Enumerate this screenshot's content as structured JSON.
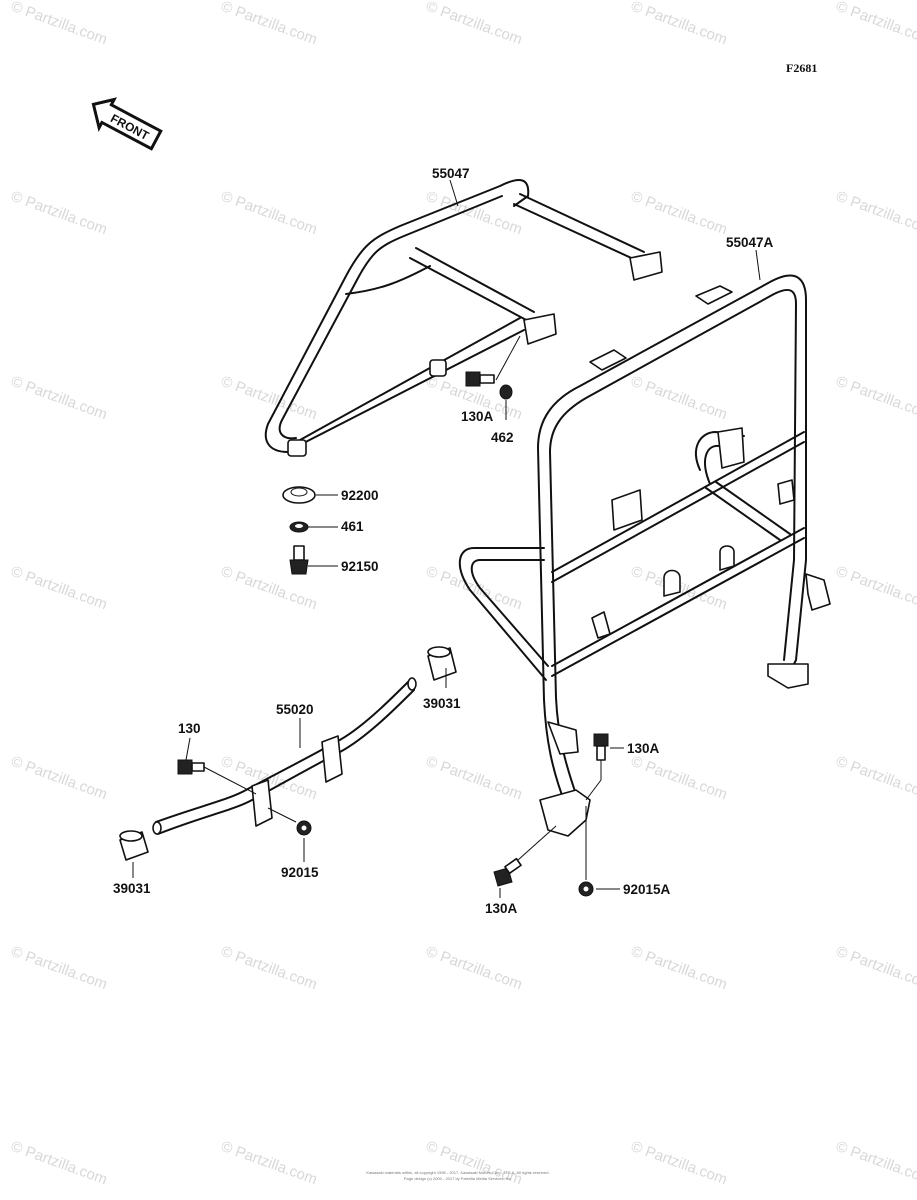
{
  "figure_code": "F2681",
  "front_arrow_label": "FRONT",
  "watermark_text": "© Partzilla.com",
  "copyright_lines": [
    "Kawasaki materials within, all copyright 1995 - 2017, Kawasaki Motors Corp., U.S.A. All rights reserved.",
    "Page design (c) 2000 - 2017 by Partzilla Media Services, Inc."
  ],
  "callouts": {
    "p55047": "55047",
    "p55047A": "55047A",
    "p130A_top": "130A",
    "p462": "462",
    "p92200": "92200",
    "p461": "461",
    "p92150": "92150",
    "p39031_top": "39031",
    "p130": "130",
    "p55020": "55020",
    "p39031_bottom": "39031",
    "p92015": "92015",
    "p130A_right": "130A",
    "p130A_bottom": "130A",
    "p92015A": "92015A"
  },
  "colors": {
    "line": "#111111",
    "watermark": "#d8d8d8",
    "background": "#ffffff"
  }
}
